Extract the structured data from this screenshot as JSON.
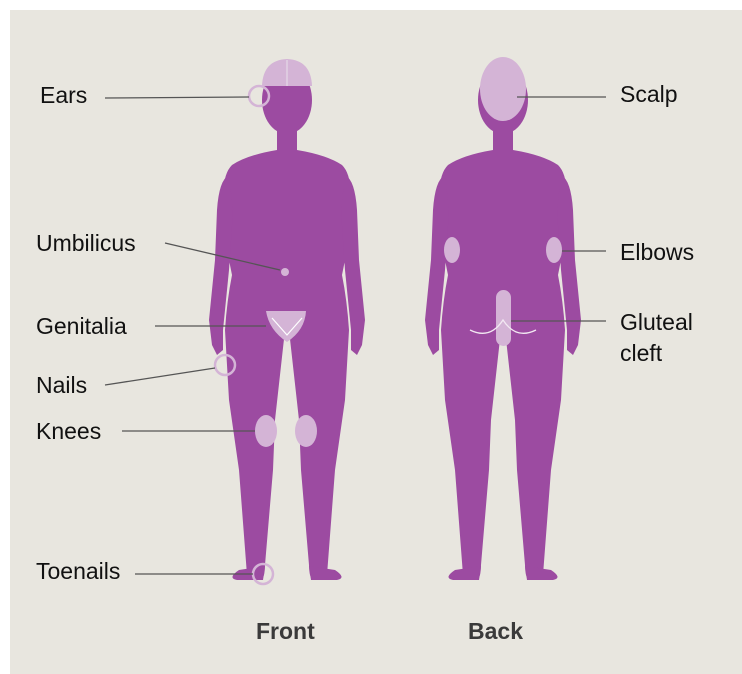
{
  "colors": {
    "background": "#e8e6df",
    "body": "#9c4ba1",
    "highlight": "#d4b4d6",
    "leader_line": "#555555"
  },
  "labels": {
    "ears": "Ears",
    "umbilicus": "Umbilicus",
    "genitalia": "Genitalia",
    "nails": "Nails",
    "knees": "Knees",
    "toenails": "Toenails",
    "scalp": "Scalp",
    "elbows": "Elbows",
    "gluteal_cleft": "Gluteal cleft"
  },
  "captions": {
    "front": "Front",
    "back": "Back"
  }
}
